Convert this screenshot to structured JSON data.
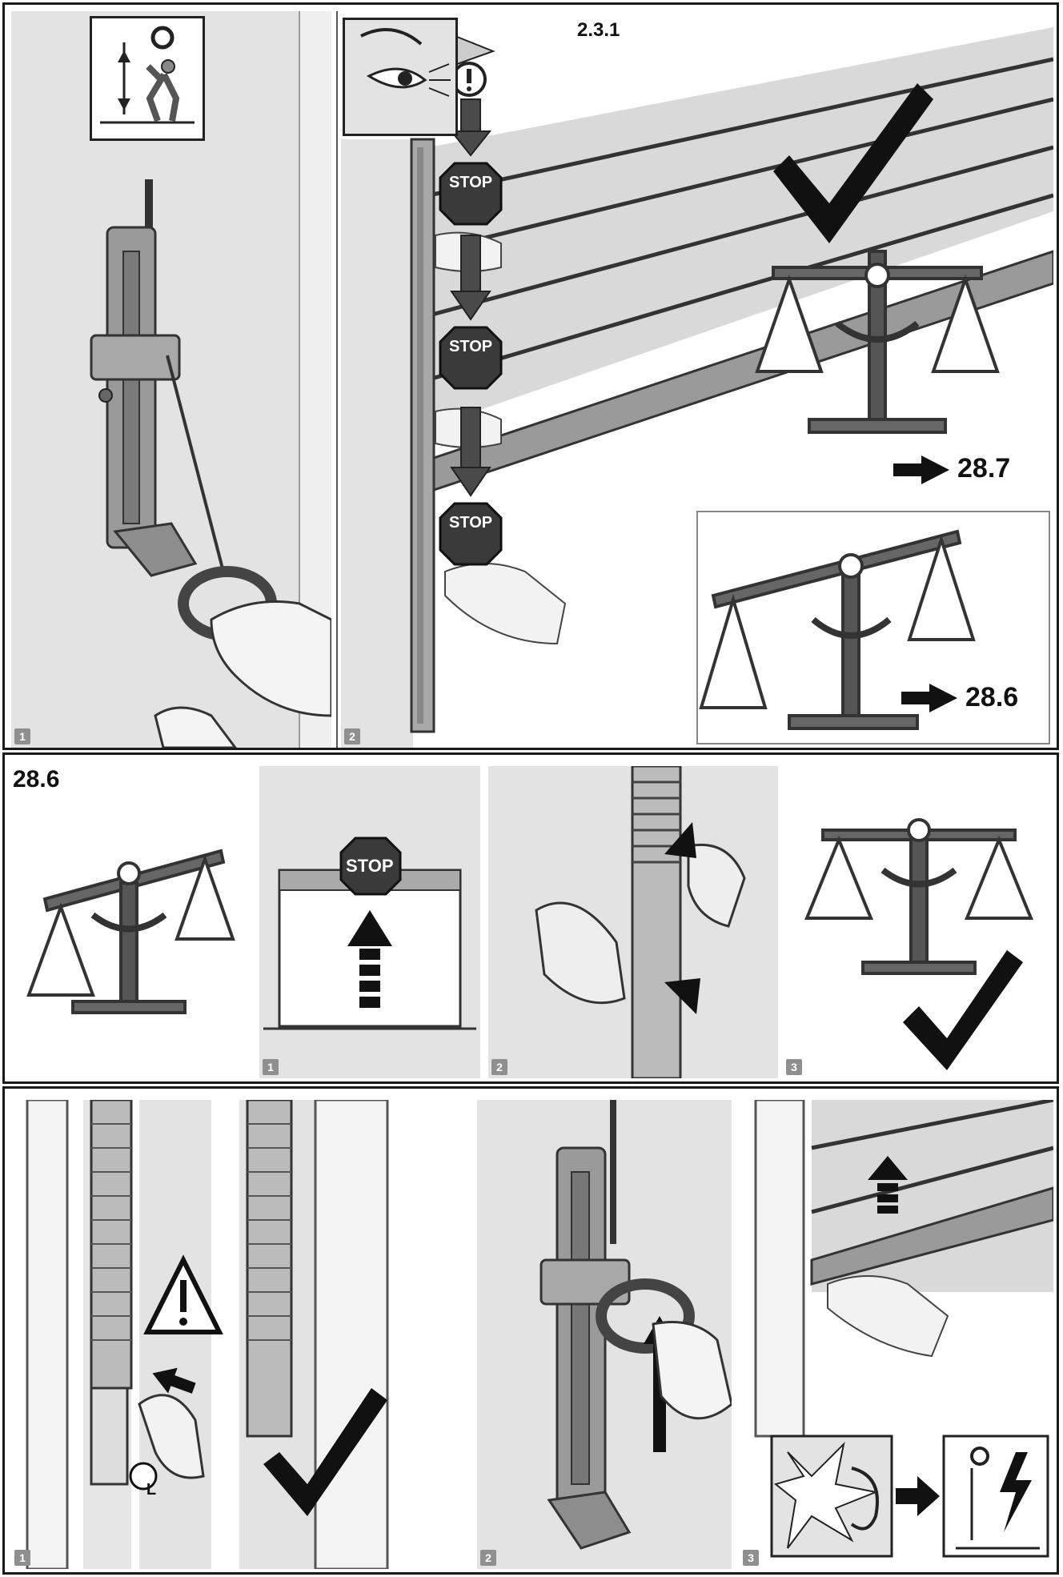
{
  "sections": [
    {
      "id": "28.5",
      "steps": [
        "1",
        "2"
      ],
      "manual_ref": "2.3.1",
      "stop_label": "STOP",
      "goto_balanced": "28.7",
      "goto_unbalanced": "28.6"
    },
    {
      "id": "28.6",
      "steps": [
        "1",
        "2",
        "3"
      ],
      "stop_label": "STOP"
    },
    {
      "id": "28.7",
      "steps": [
        "1",
        "2",
        "3"
      ],
      "clip_label": "L"
    }
  ],
  "colors": {
    "background": "#ffffff",
    "panel": "#e3e3e3",
    "line": "#1a1a1a",
    "mid_gray": "#777777",
    "dark_gray": "#4a4a4a"
  },
  "icons": [
    "eye-icon",
    "manual-icon",
    "warning-icon",
    "stop-sign-icon",
    "arrow-down-icon",
    "arrow-up-icon",
    "arrow-right-icon",
    "balance-scale-icon",
    "checkmark-icon",
    "hand-icon",
    "ear-icon",
    "lightning-icon"
  ]
}
